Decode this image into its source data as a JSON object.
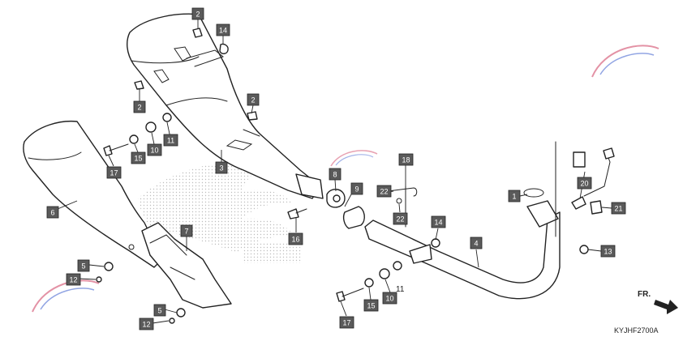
{
  "diagram_code": "KYJHF2700A",
  "front_label": "FR.",
  "free_label": "11",
  "callouts": [
    {
      "key": "c2a",
      "num": "2"
    },
    {
      "key": "c14a",
      "num": "14"
    },
    {
      "key": "c2b",
      "num": "2"
    },
    {
      "key": "c2c",
      "num": "2"
    },
    {
      "key": "c11a",
      "num": "11"
    },
    {
      "key": "c10a",
      "num": "10"
    },
    {
      "key": "c15a",
      "num": "15"
    },
    {
      "key": "c17a",
      "num": "17"
    },
    {
      "key": "c3",
      "num": "3"
    },
    {
      "key": "c6",
      "num": "6"
    },
    {
      "key": "c7",
      "num": "7"
    },
    {
      "key": "c5a",
      "num": "5"
    },
    {
      "key": "c12a",
      "num": "12"
    },
    {
      "key": "c5b",
      "num": "5"
    },
    {
      "key": "c12b",
      "num": "12"
    },
    {
      "key": "c8",
      "num": "8"
    },
    {
      "key": "c9",
      "num": "9"
    },
    {
      "key": "c16",
      "num": "16"
    },
    {
      "key": "c18",
      "num": "18"
    },
    {
      "key": "c22a",
      "num": "22"
    },
    {
      "key": "c22b",
      "num": "22"
    },
    {
      "key": "c14b",
      "num": "14"
    },
    {
      "key": "c4",
      "num": "4"
    },
    {
      "key": "c15b",
      "num": "15"
    },
    {
      "key": "c10b",
      "num": "10"
    },
    {
      "key": "c17b",
      "num": "17"
    },
    {
      "key": "c1",
      "num": "1"
    },
    {
      "key": "c20",
      "num": "20"
    },
    {
      "key": "c21",
      "num": "21"
    },
    {
      "key": "c13",
      "num": "13"
    }
  ]
}
